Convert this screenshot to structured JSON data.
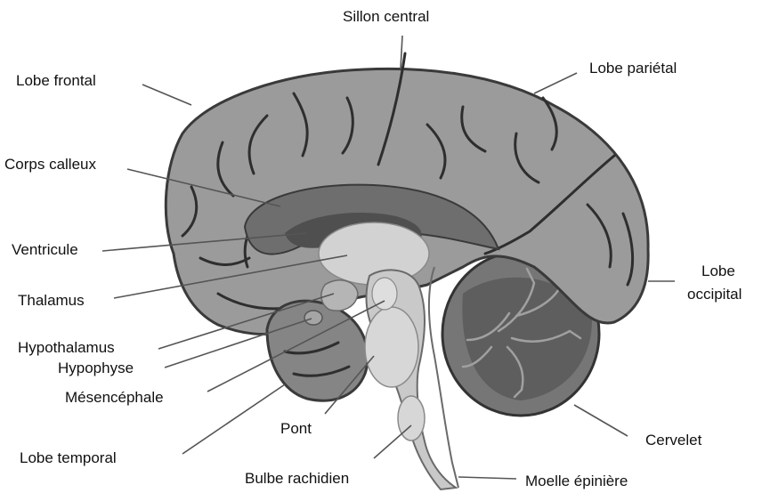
{
  "labels": {
    "sillon_central": "Sillon central",
    "lobe_frontal": "Lobe frontal",
    "lobe_parietal": "Lobe pariétal",
    "corps_calleux": "Corps calleux",
    "ventricule": "Ventricule",
    "thalamus": "Thalamus",
    "lobe_occipital_line1": "Lobe",
    "lobe_occipital_line2": "occipital",
    "hypothalamus": "Hypothalamus",
    "hypophyse": "Hypophyse",
    "mesencephale": "Mésencéphale",
    "pont": "Pont",
    "cervelet": "Cervelet",
    "lobe_temporal": "Lobe temporal",
    "bulbe_rachidien": "Bulbe rachidien",
    "moelle_epiniere": "Moelle épinière"
  },
  "colors": {
    "cortex": "#9b9b9b",
    "outline": "#3a3a3a",
    "corpus_callosum": "#6e6e6e",
    "ventricle": "#4f4f4f",
    "thalamus": "#d2d2d2",
    "brainstem": "#c9c9c9",
    "cerebellum": "#767676",
    "cerebellum_inner": "#5a5a5a",
    "leader_line": "#555555",
    "text": "#111111"
  }
}
